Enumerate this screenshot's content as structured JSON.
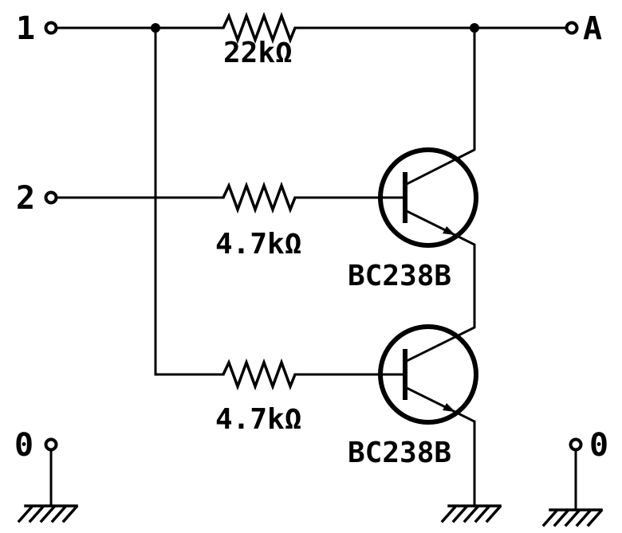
{
  "colors": {
    "line": "#000000",
    "background": "#ffffff"
  },
  "terminals": {
    "input1": "1",
    "input2": "2",
    "ground_left": "0",
    "output": "A",
    "ground_right": "0"
  },
  "components": {
    "r1": {
      "value": "22kΩ"
    },
    "r2": {
      "value": "4.7kΩ"
    },
    "r3": {
      "value": "4.7kΩ"
    },
    "q1": {
      "part": "BC238B"
    },
    "q2": {
      "part": "BC238B"
    }
  }
}
